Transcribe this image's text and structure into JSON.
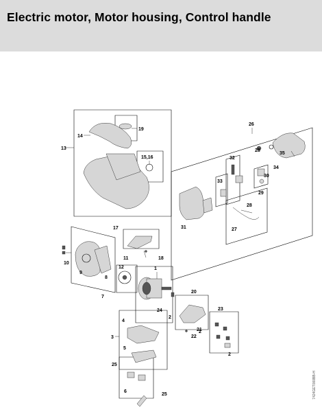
{
  "header": {
    "title": "Electric motor, Motor housing, Control handle"
  },
  "doc_code": "7424GET000BB-H",
  "callouts": {
    "c1": "1",
    "c2a": "2",
    "c2b": "2",
    "c2c": "2",
    "c3": "3",
    "c4": "4",
    "c5": "5",
    "c6": "6",
    "c7": "7",
    "c8": "8",
    "c9": "9",
    "c10": "10",
    "c11": "11",
    "c12": "12",
    "c13": "13",
    "c14": "14",
    "c1516": "15,16",
    "c17": "17",
    "c18": "18",
    "c19": "19",
    "c20": "20",
    "c21": "21",
    "c22": "22",
    "c23": "23",
    "c24": "24",
    "c25a": "25",
    "c25b": "25",
    "c26": "26",
    "c27": "27",
    "c28a": "28",
    "c28b": "28",
    "c29": "29",
    "c30": "30",
    "c31": "31",
    "c32": "32",
    "c33": "33",
    "c34": "34",
    "c35": "35"
  }
}
